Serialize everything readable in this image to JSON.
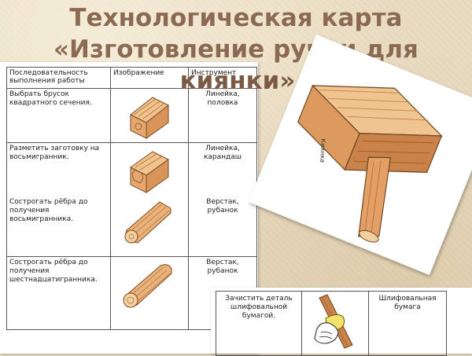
{
  "title": {
    "line1": "Технологическая карта",
    "line2": "«Изготовление ручки для",
    "line3": "киянки»"
  },
  "table": {
    "headers": [
      "Последовательность выполнения работы",
      "Изображение",
      "Инструмент"
    ],
    "rows": [
      {
        "step": "Выбрать брусок квадратного сечения.",
        "tool": "Линейка, половка"
      },
      {
        "step": "Разметить заготовку на восьмигранник.",
        "tool": "Линейка, карандаш",
        "step2": "Сострогать рёбра до получения восьмигранника.",
        "tool2": "Верстак, рубанок"
      },
      {
        "step": "Сострогать рёбра до получения шестнадцатигранника.",
        "tool": "Верстак, рубанок"
      }
    ]
  },
  "mallet": {
    "caption": "Киянка"
  },
  "sanding": {
    "step": "Зачистить деталь шлифовальной бумагой.",
    "tool": "Шлифовальная бумага"
  },
  "colors": {
    "title": "#8c6a52",
    "background": "#e9dcc2",
    "wood_light": "#e8b27a",
    "wood_dark": "#b8703a"
  },
  "icons": [
    "wood-block-icon",
    "octagon-block-icon",
    "octagon-cylinder-icon",
    "sixteen-face-cylinder-icon",
    "wooden-mallet-icon",
    "sanding-hand-icon"
  ]
}
